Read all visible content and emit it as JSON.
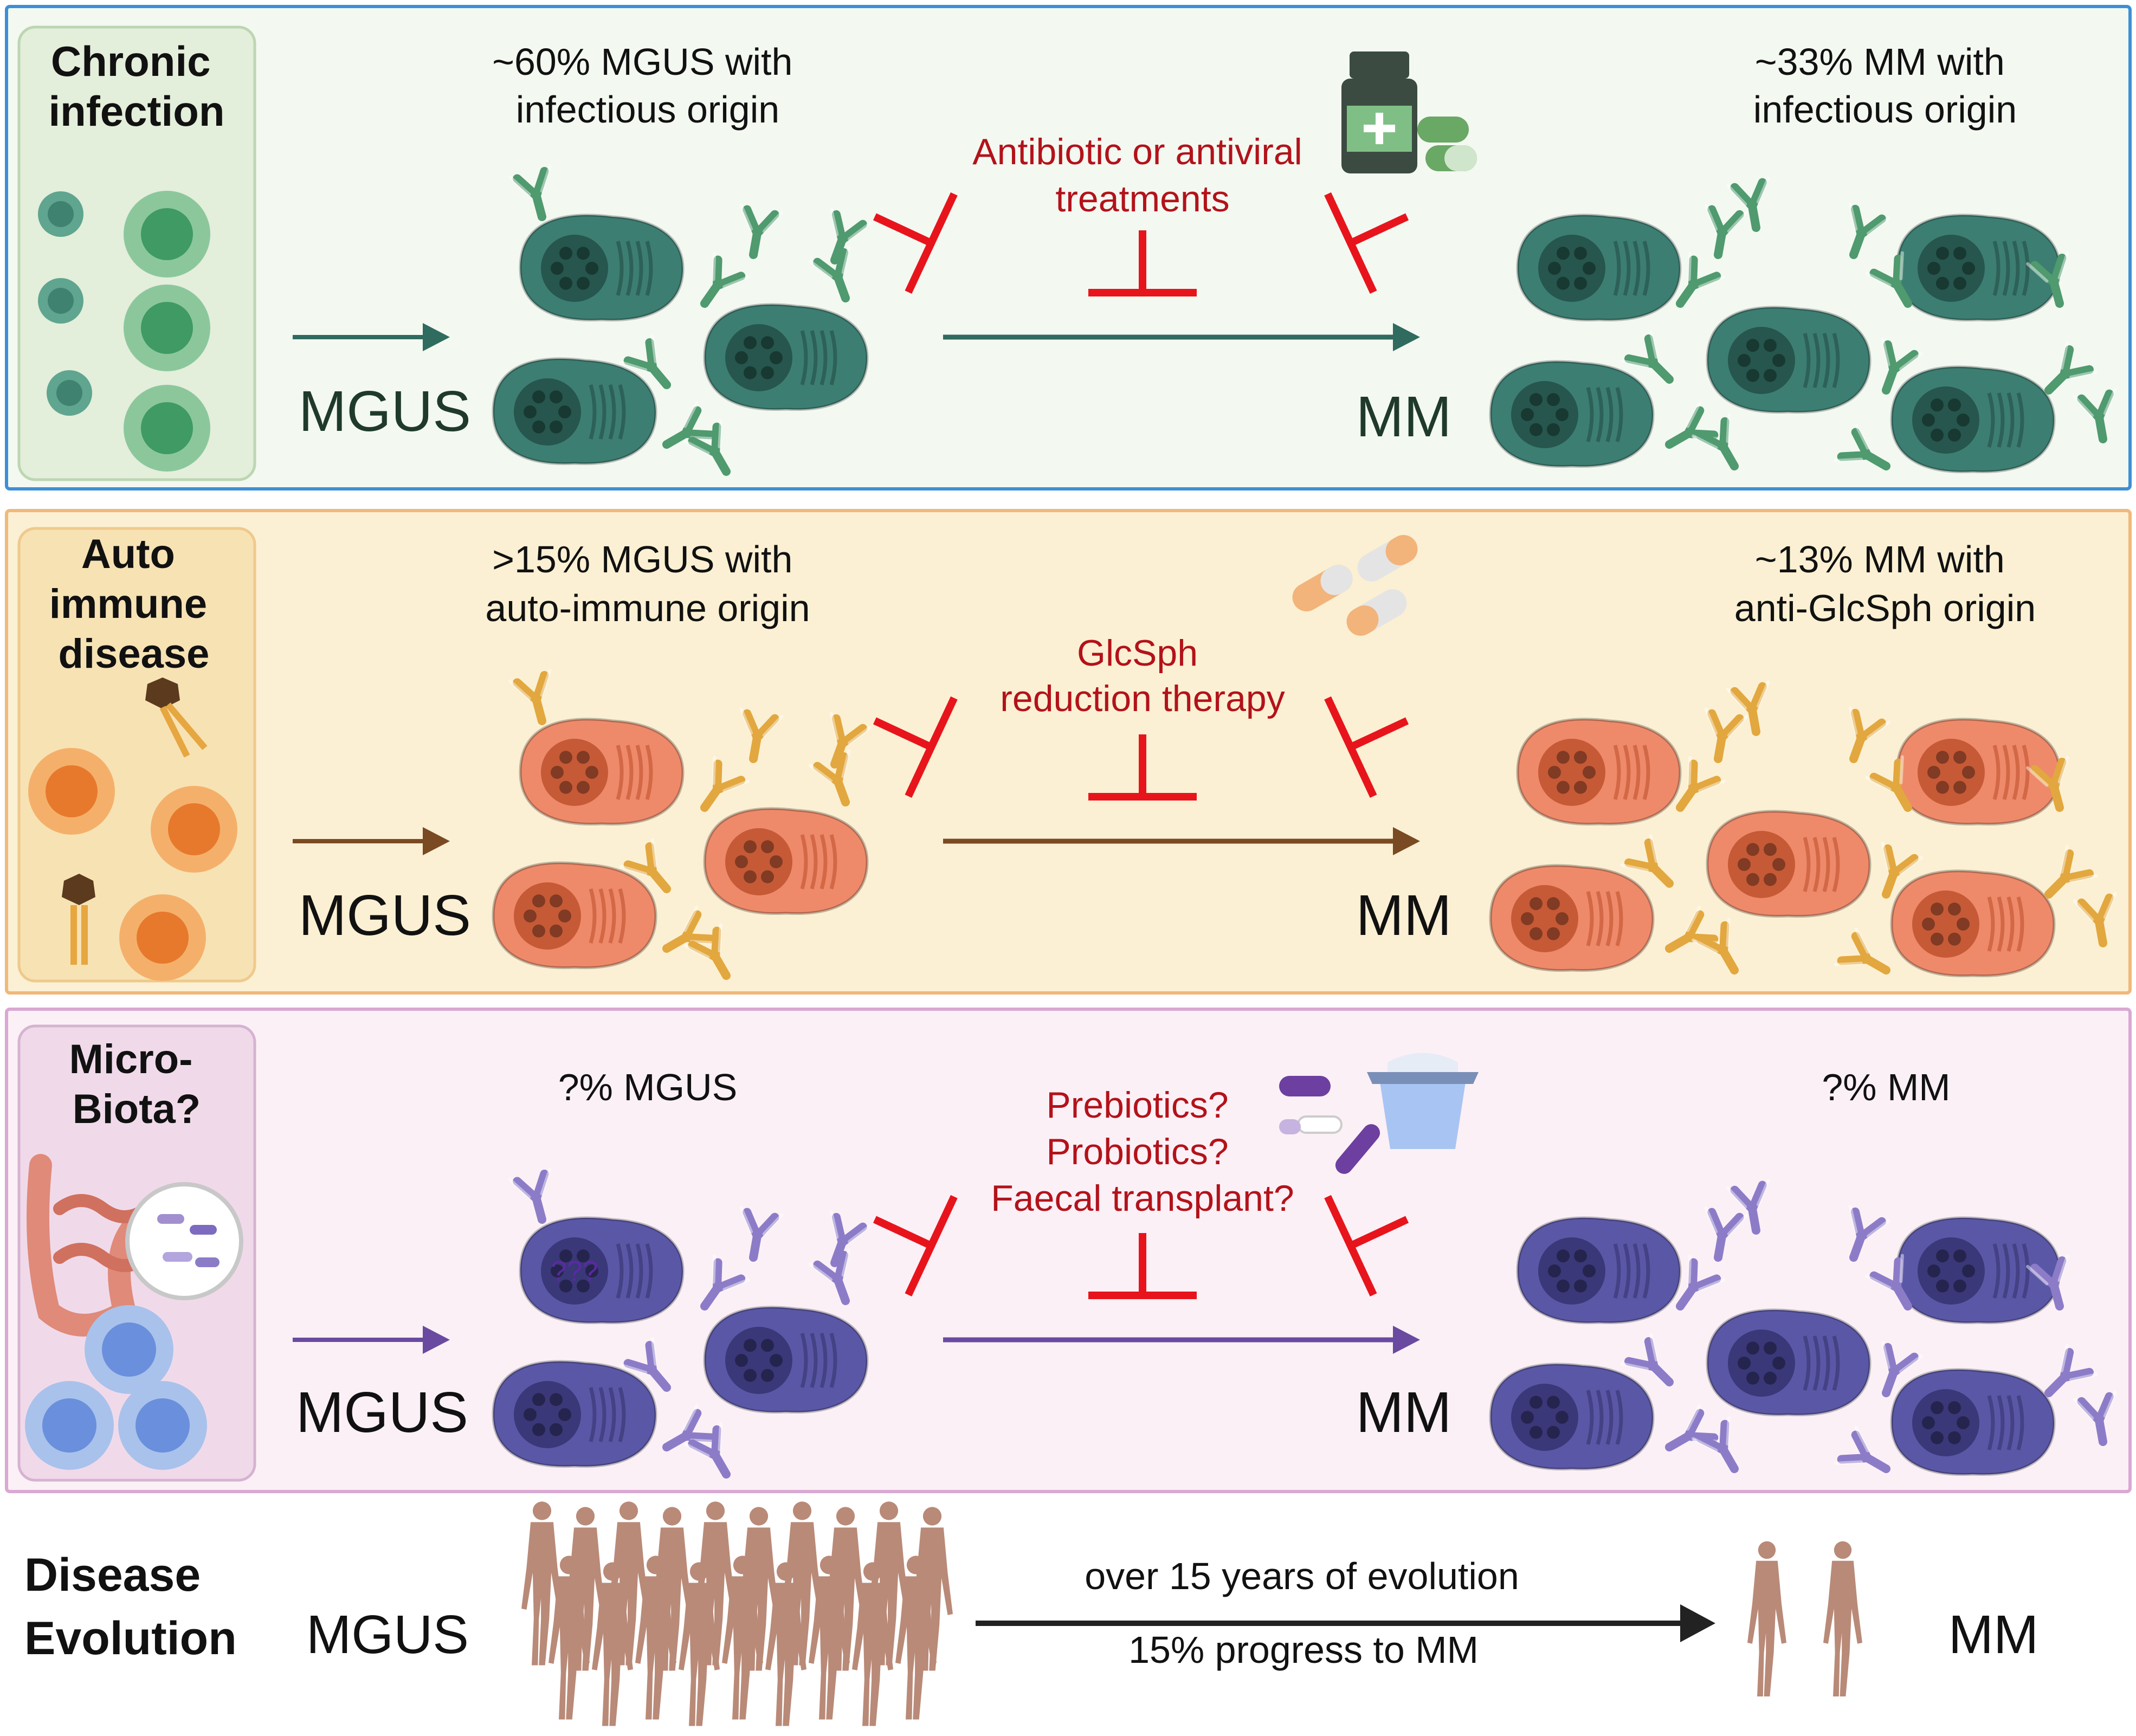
{
  "colors": {
    "inhibit": "#e8141c",
    "inhibit_text": "#b3121a",
    "infection_border": "#3d8fd4",
    "infection_bg": "#f3f8f1",
    "infection_side_bg": "#e3eedb",
    "infection_cell": "#3d7e72",
    "infection_nucleus": "#26564d",
    "infection_antibody": "#4f9a6e",
    "infection_arrow": "#2f6b5e",
    "infection_label": "#1f3a2b",
    "autoimmune_border": "#f0b87a",
    "autoimmune_bg": "#fbf0d3",
    "autoimmune_side_bg": "#f7e2b4",
    "autoimmune_cell": "#ee8a6a",
    "autoimmune_nucleus": "#c65a36",
    "autoimmune_antibody": "#e2a73e",
    "autoimmune_arrow": "#7a4a22",
    "microbiota_border": "#d9a8d4",
    "microbiota_bg": "#fbf0f6",
    "microbiota_side_bg": "#f0daea",
    "microbiota_cell": "#5a58a6",
    "microbiota_nucleus": "#3a3878",
    "microbiota_antibody": "#8c7cc8",
    "microbiota_arrow": "#6a4aa0",
    "people": "#b98a78",
    "evolution_arrow": "#222222"
  },
  "panels": [
    {
      "key": "infection",
      "side_title": [
        "Chronic",
        "infection"
      ],
      "left_stat": [
        "~60% MGUS with",
        "infectious origin"
      ],
      "therapy": [
        "Antibiotic or antiviral",
        "treatments"
      ],
      "right_stat": [
        "~33% MM with",
        "infectious origin"
      ],
      "start_label": "MGUS",
      "end_label": "MM",
      "icons": [
        "virus-icon",
        "b-cell-icon",
        "medicine-bottle-icon",
        "pill-icon"
      ]
    },
    {
      "key": "autoimmune",
      "side_title": [
        "Auto",
        "immune",
        "disease"
      ],
      "left_stat": [
        ">15% MGUS with",
        "auto-immune origin"
      ],
      "therapy": [
        "GlcSph",
        "reduction therapy"
      ],
      "right_stat": [
        "~13% MM with",
        "anti-GlcSph origin"
      ],
      "start_label": "MGUS",
      "end_label": "MM",
      "icons": [
        "lipid-antigen-icon",
        "b-cell-icon",
        "capsule-icon"
      ]
    },
    {
      "key": "microbiota",
      "side_title": [
        "Micro-",
        "Biota?"
      ],
      "left_stat": [
        "?% MGUS"
      ],
      "therapy": [
        "Prebiotics?",
        "Probiotics?",
        "Faecal transplant?"
      ],
      "right_stat": [
        "?% MM"
      ],
      "start_label": "MGUS",
      "end_label": "MM",
      "nucleus_mark": "???",
      "icons": [
        "intestine-icon",
        "bacteria-icon",
        "b-cell-icon",
        "yogurt-icon"
      ]
    }
  ],
  "evolution": {
    "title": [
      "Disease",
      "Evolution"
    ],
    "start_label": "MGUS",
    "end_label": "MM",
    "arrow_top": "over 15 years of evolution",
    "arrow_bottom": "15% progress to MM"
  }
}
